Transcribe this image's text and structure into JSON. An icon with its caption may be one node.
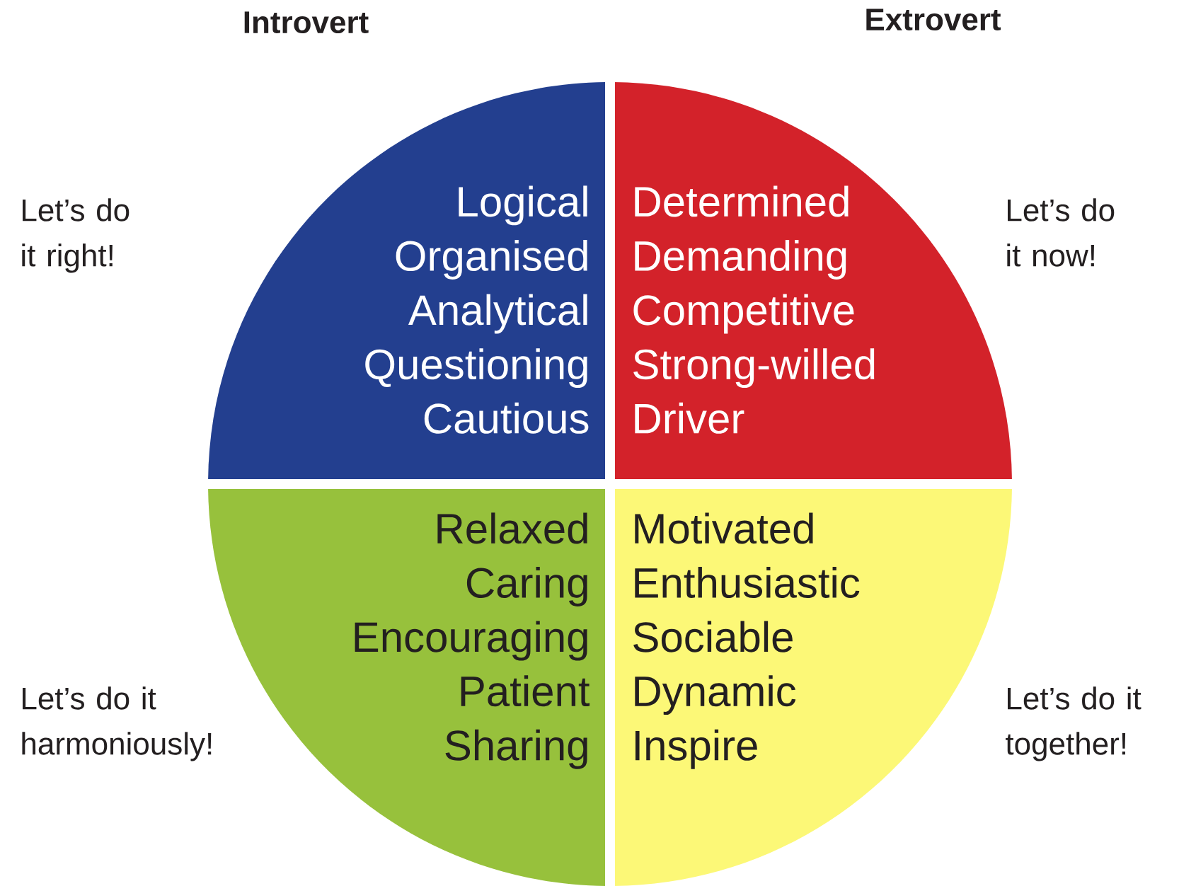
{
  "diagram": {
    "nodes": [
      {
        "text": [
          "Logical Organised Analytical Questioning Cautious"
        ]
      },
      {
        "text": [
          "Determined Demanding Competitive Strong-willed Driver"
        ]
      },
      {
        "text": [
          "Relaxed Caring Encouraging Patient Sharing"
        ]
      },
      {
        "text": [
          "Motivated Enthusiastic Sociable Dynamic Inspire"
        ]
      }
    ],
    "labels": [
      "Introvert",
      "Extrovert",
      "Let’s do it right!",
      "Let’s do it now!",
      "Let’s do it harmoniously!",
      "Let’s do it together!"
    ]
  }
}
